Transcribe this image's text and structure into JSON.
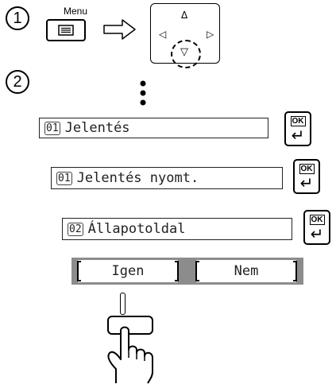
{
  "step1": {
    "number": "1",
    "menu_label": "Menu"
  },
  "step2": {
    "number": "2"
  },
  "screens": [
    {
      "num": "01",
      "text": "Jelentés",
      "ok": "OK"
    },
    {
      "num": "01",
      "text": "Jelentés nyomt.",
      "ok": "OK"
    },
    {
      "num": "02",
      "text": "Állapotoldal",
      "ok": "OK"
    }
  ],
  "selection": {
    "left": "Igen",
    "right": "Nem",
    "selected": "left"
  },
  "glyphs": {
    "enter": "↵",
    "up": "Δ",
    "down": "▽",
    "left": "◁",
    "right": "▷"
  },
  "colors": {
    "bar": "#8c8c8c",
    "ink": "#222222"
  }
}
